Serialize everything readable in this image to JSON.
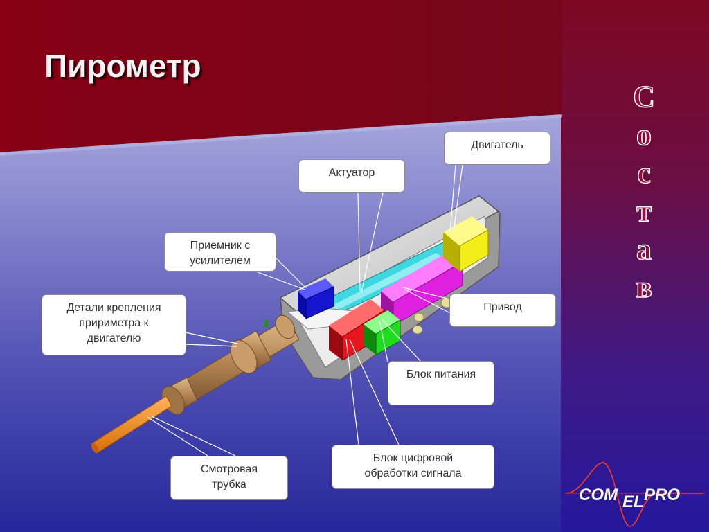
{
  "slide": {
    "title": "Пирометр",
    "vertical_title": "Состав"
  },
  "labels": {
    "motor": "Двигатель",
    "actuator": "Актуатор",
    "receiver": [
      "Приемник с",
      "усилителем"
    ],
    "mounting": [
      "Детали крепления",
      "пририметра к",
      "двигателю"
    ],
    "drive": "Привод",
    "power": "Блок питания",
    "sight_tube": [
      "Смотровая",
      "трубка"
    ],
    "digital": [
      "Блок цифровой",
      "обработки сигнала"
    ]
  },
  "logo": {
    "part1": "COM",
    "part2": "EL",
    "part3": "PRO"
  },
  "colors": {
    "banner": "#7c0418",
    "side": "#6a0e45",
    "tube": "#f08a1e",
    "bronze": "#b88a58",
    "blue_block": "#1515d0",
    "cyan": "#3fd7e0",
    "magenta": "#e020e0",
    "red_block": "#e8141e",
    "green_block": "#1fdc1f",
    "yellow_block": "#f2ef18",
    "housing": "#d9d9d9"
  }
}
